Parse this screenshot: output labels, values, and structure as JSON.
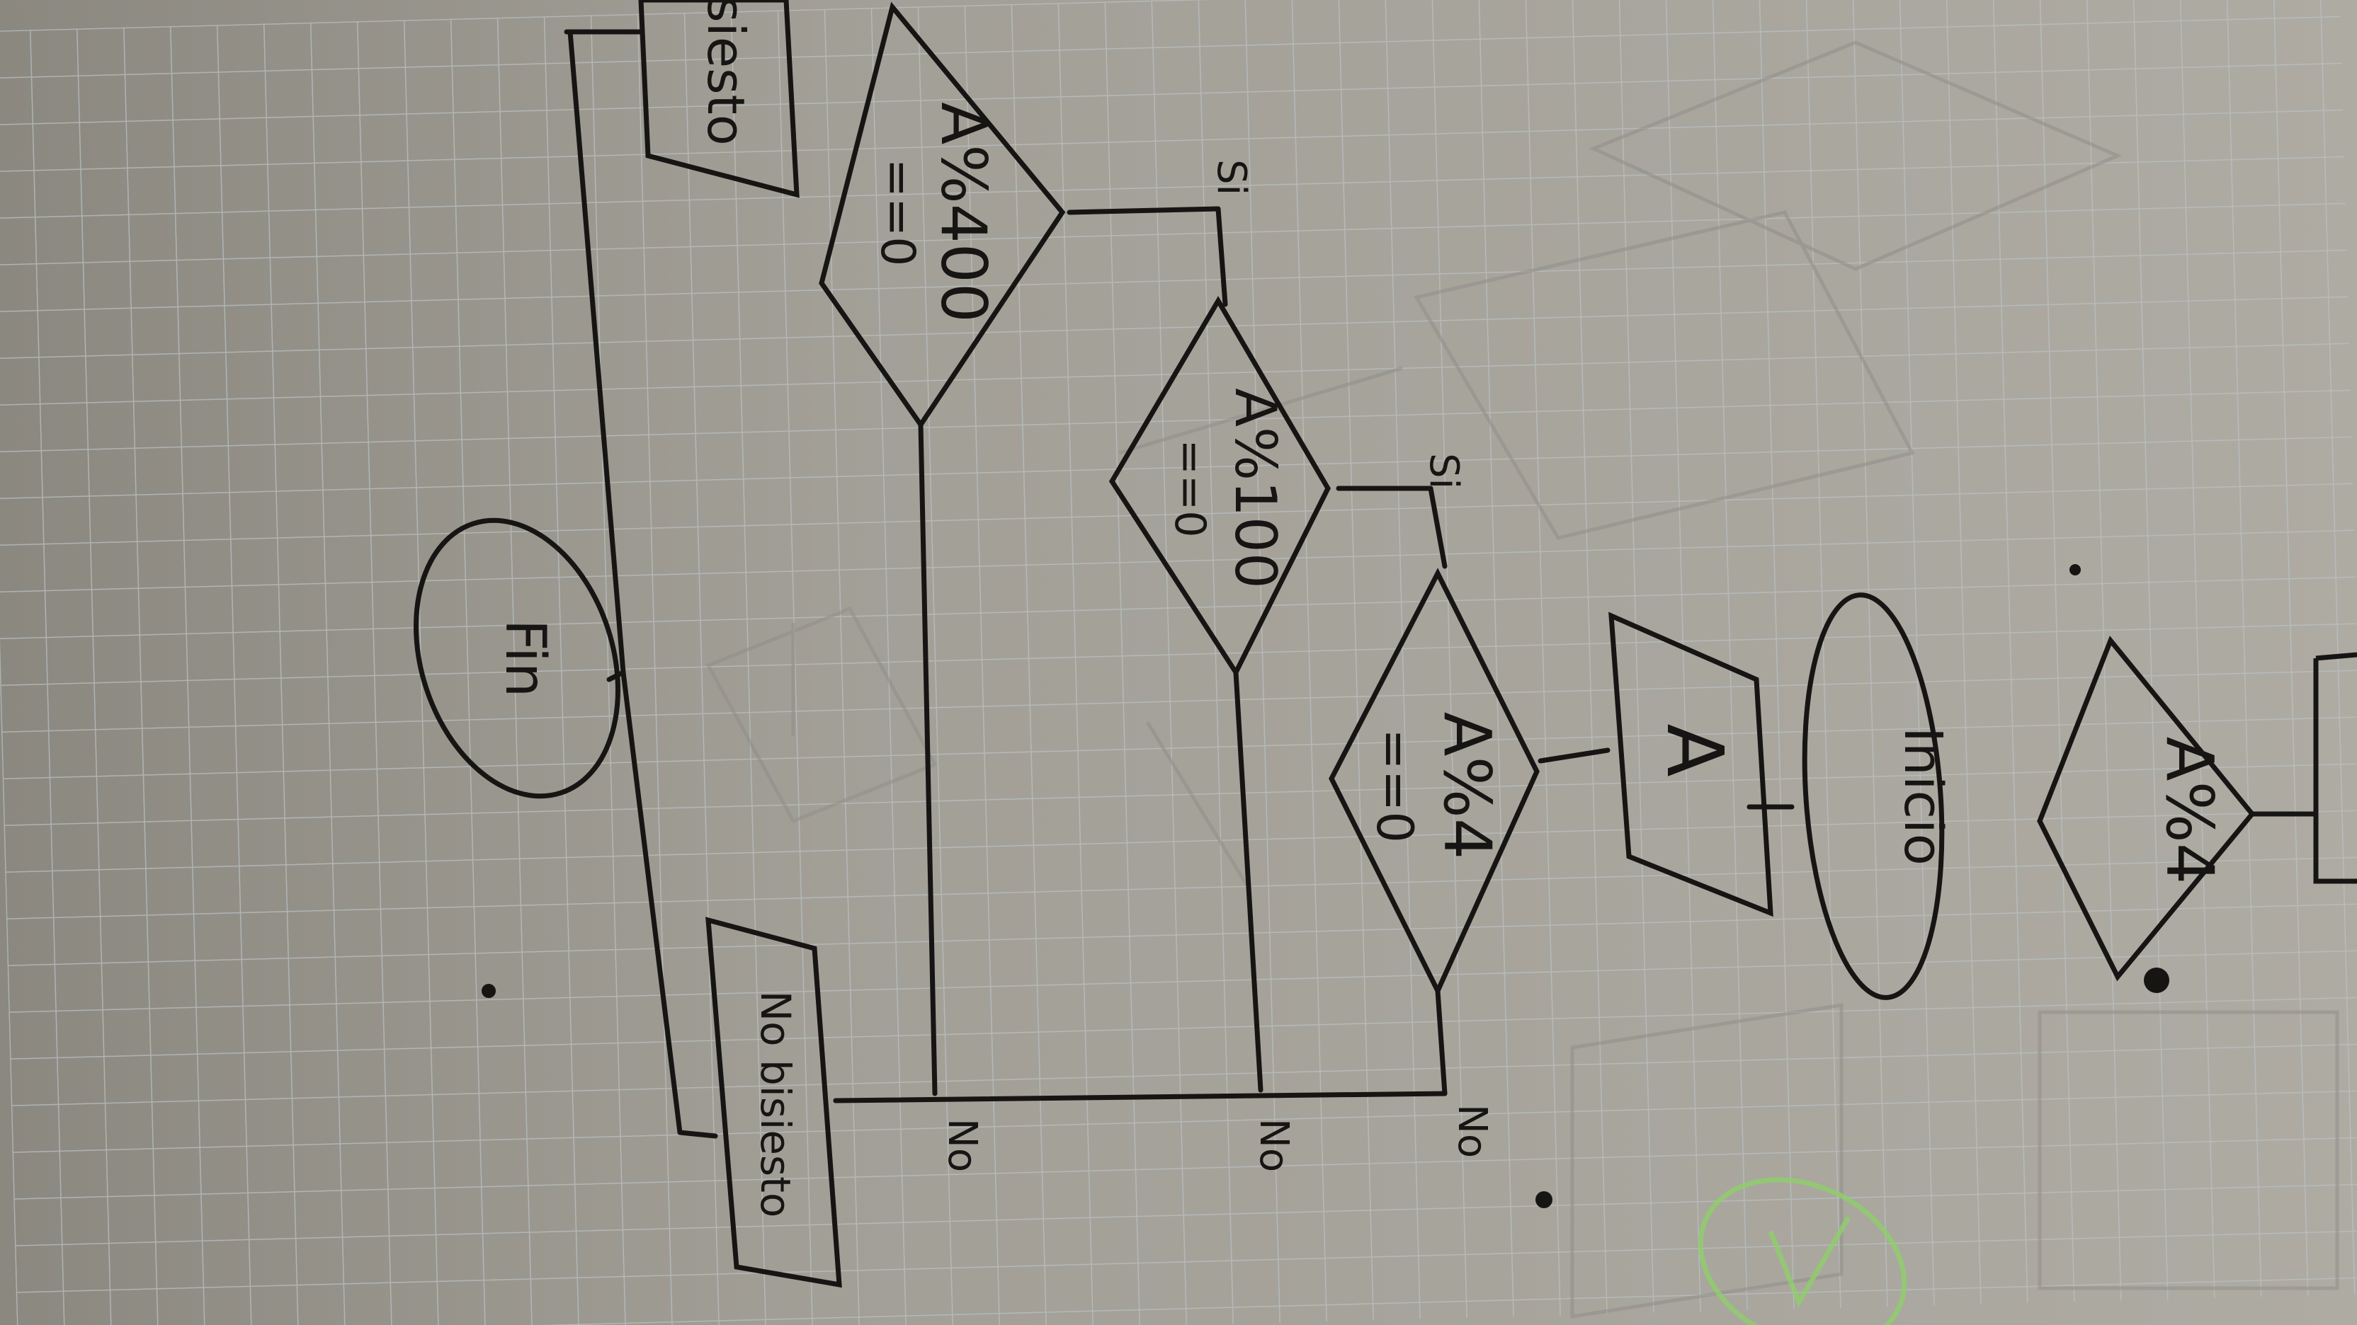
{
  "photo": {
    "subject": "hand-drawn leap-year flowchart on grid paper, photographed rotated",
    "paper_color": "#a6a39b",
    "grid_color": "#b9c3c4",
    "ink_color": "#161513",
    "highlighter_color": "#8fd06a"
  },
  "flowchart": {
    "start_label": "Inicio",
    "input_label": "A",
    "cond_div4_line1": "A%4",
    "cond_div4_line2": "==0",
    "cond_div100_line1": "A%100",
    "cond_div100_line2": "==0",
    "cond_div400_line1": "A%400",
    "cond_div400_line2": "==0",
    "yes_label": "Si",
    "no_label": "No",
    "output_not_leap": "No bisiesto",
    "output_leap_partial": "siesto",
    "end_label": "Fin",
    "next_condition_line1": "A%4"
  }
}
